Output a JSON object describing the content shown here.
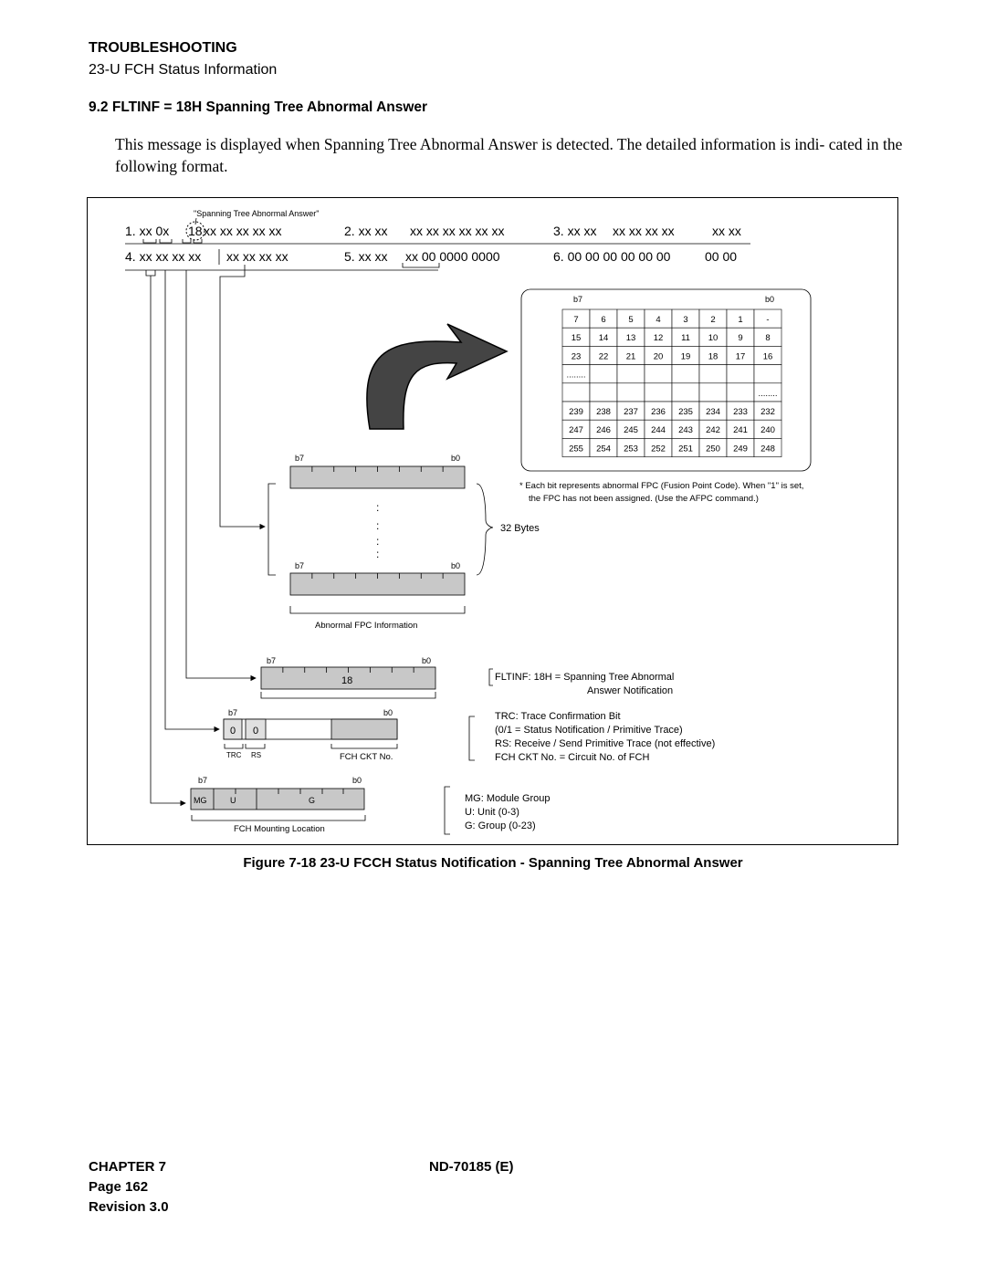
{
  "header": {
    "title": "TROUBLESHOOTING",
    "subtitle": "23-U FCH Status Information"
  },
  "section": {
    "heading": "9.2  FLTINF = 18H Spanning Tree Abnormal Answer",
    "paragraph": "This message is displayed when Spanning Tree Abnormal Answer is detected. The detailed information is indi- cated in the following format."
  },
  "figure": {
    "callout": "\"Spanning Tree Abnormal Answer\"",
    "message_lines": {
      "line1": [
        "1. xx 0x",
        "18",
        "xx  xx xx  xx xx",
        "2. xx xx",
        "xx xx  xx xx  xx xx",
        "3. xx xx",
        "xx xx   xx xx",
        "xx xx"
      ],
      "line2": [
        "4. xx xx  xx xx",
        "xx xx  xx xx",
        "5. xx xx",
        "xx 00  0000   0000",
        "6. 00 00  00 00  00 00",
        "00 00"
      ]
    },
    "bit_high": "b7",
    "bit_low": "b0",
    "fpc_table": [
      [
        "7",
        "6",
        "5",
        "4",
        "3",
        "2",
        "1",
        "-"
      ],
      [
        "15",
        "14",
        "13",
        "12",
        "11",
        "10",
        "9",
        "8"
      ],
      [
        "23",
        "22",
        "21",
        "20",
        "19",
        "18",
        "17",
        "16"
      ],
      [
        "........",
        "",
        "",
        "",
        "",
        "",
        "",
        ""
      ],
      [
        "",
        "",
        "",
        "",
        "",
        "",
        "",
        "........"
      ],
      [
        "239",
        "238",
        "237",
        "236",
        "235",
        "234",
        "233",
        "232"
      ],
      [
        "247",
        "246",
        "245",
        "244",
        "243",
        "242",
        "241",
        "240"
      ],
      [
        "255",
        "254",
        "253",
        "252",
        "251",
        "250",
        "249",
        "248"
      ]
    ],
    "fpc_note_line1": "* Each bit represents abnormal FPC (Fusion Point Code).  When \"1\" is set,",
    "fpc_note_line2": "the FPC has not been assigned. (Use the AFPC command.)",
    "bytes_label": "32 Bytes",
    "abnormal_fpc_label": "Abnormal FPC Information",
    "fltinf_value": "18",
    "fltinf_desc_line1": "FLTINF: 18H = Spanning Tree Abnormal",
    "fltinf_desc_line2": "Answer Notification",
    "trc_value": "0",
    "rs_value": "0",
    "trc_label": "TRC",
    "rs_label": "RS",
    "fch_ckt_label": "FCH CKT No.",
    "trc_desc": [
      "TRC: Trace Confirmation Bit",
      "(0/1 = Status Notification / Primitive Trace)",
      "RS: Receive / Send Primitive Trace (not effective)",
      "FCH CKT No. = Circuit No. of FCH"
    ],
    "mg_label": "MG",
    "u_label": "U",
    "g_label": "G",
    "fch_mounting_label": "FCH Mounting Location",
    "mg_desc": [
      "MG: Module Group",
      "U: Unit (0-3)",
      "G: Group (0-23)"
    ]
  },
  "caption": "Figure 7-18   23-U FCCH Status Notification - Spanning Tree Abnormal Answer",
  "footer": {
    "chapter": "CHAPTER 7",
    "page": "Page 162",
    "revision": "Revision 3.0",
    "doc_id": "ND-70185 (E)"
  }
}
